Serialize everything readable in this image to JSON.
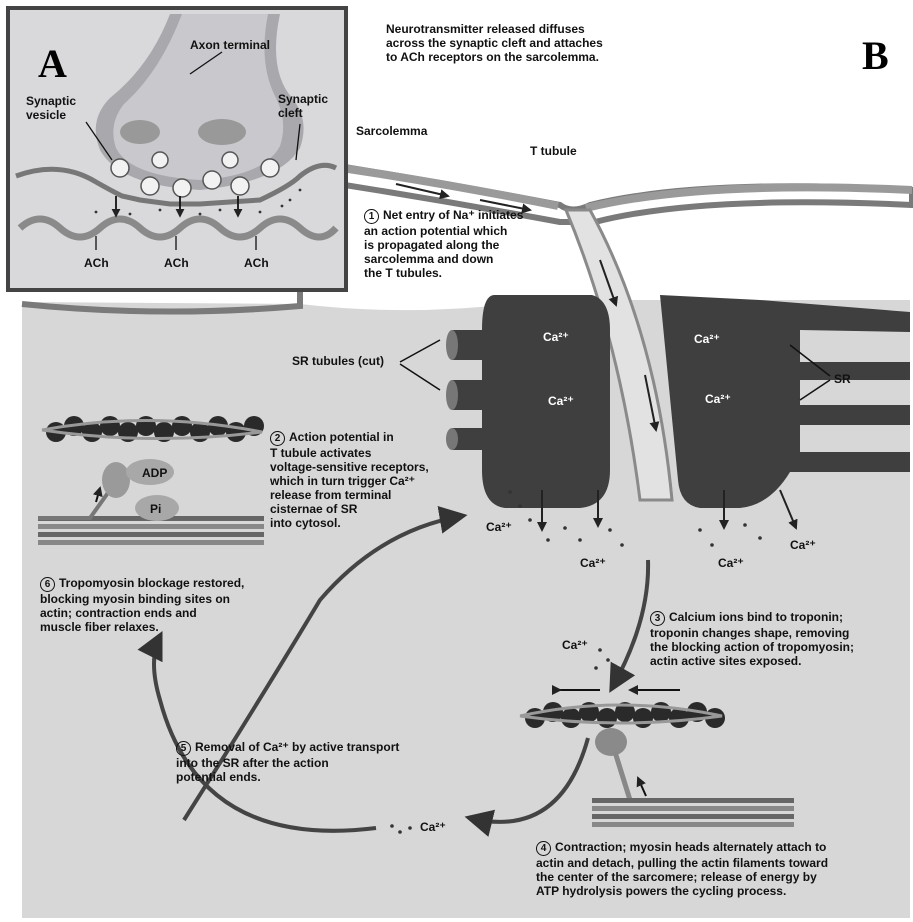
{
  "panels": {
    "a": "A",
    "b": "B"
  },
  "inset": {
    "axon_terminal": "Axon terminal",
    "synaptic_vesicle": "Synaptic\nvesicle",
    "synaptic_cleft": "Synaptic\ncleft",
    "ach": "ACh"
  },
  "labels": {
    "intro": "Neurotransmitter released diffuses\nacross the synaptic cleft and attaches\nto ACh receptors on the sarcolemma.",
    "sarcolemma": "Sarcolemma",
    "t_tubule": "T tubule",
    "sr_tubules": "SR tubules (cut)",
    "sr": "SR",
    "ca": "Ca²⁺",
    "adp": "ADP",
    "pi": "Pi"
  },
  "steps": [
    {
      "n": "1",
      "text": "Net entry of Na⁺ initiates\nan action potential which\nis propagated along the\nsarcolemma and down\nthe T tubules."
    },
    {
      "n": "2",
      "text": "Action potential in\nT tubule activates\nvoltage-sensitive receptors,\nwhich in turn trigger Ca²⁺\nrelease from terminal\ncisternae of SR\ninto cytosol."
    },
    {
      "n": "3",
      "text": "Calcium ions bind to troponin;\ntroponin changes shape, removing\nthe blocking action of tropomyosin;\nactin active sites exposed."
    },
    {
      "n": "4",
      "text": "Contraction; myosin heads alternately attach to\nactin and detach, pulling the actin filaments toward\nthe center of the sarcomere; release of energy by\nATP hydrolysis powers the cycling process."
    },
    {
      "n": "5",
      "text": "Removal of Ca²⁺ by active transport\ninto the SR after the action\npotential ends."
    },
    {
      "n": "6",
      "text": "Tropomyosin blockage restored,\nblocking myosin binding sites on\nactin; contraction ends and\nmuscle fiber relaxes."
    }
  ]
}
